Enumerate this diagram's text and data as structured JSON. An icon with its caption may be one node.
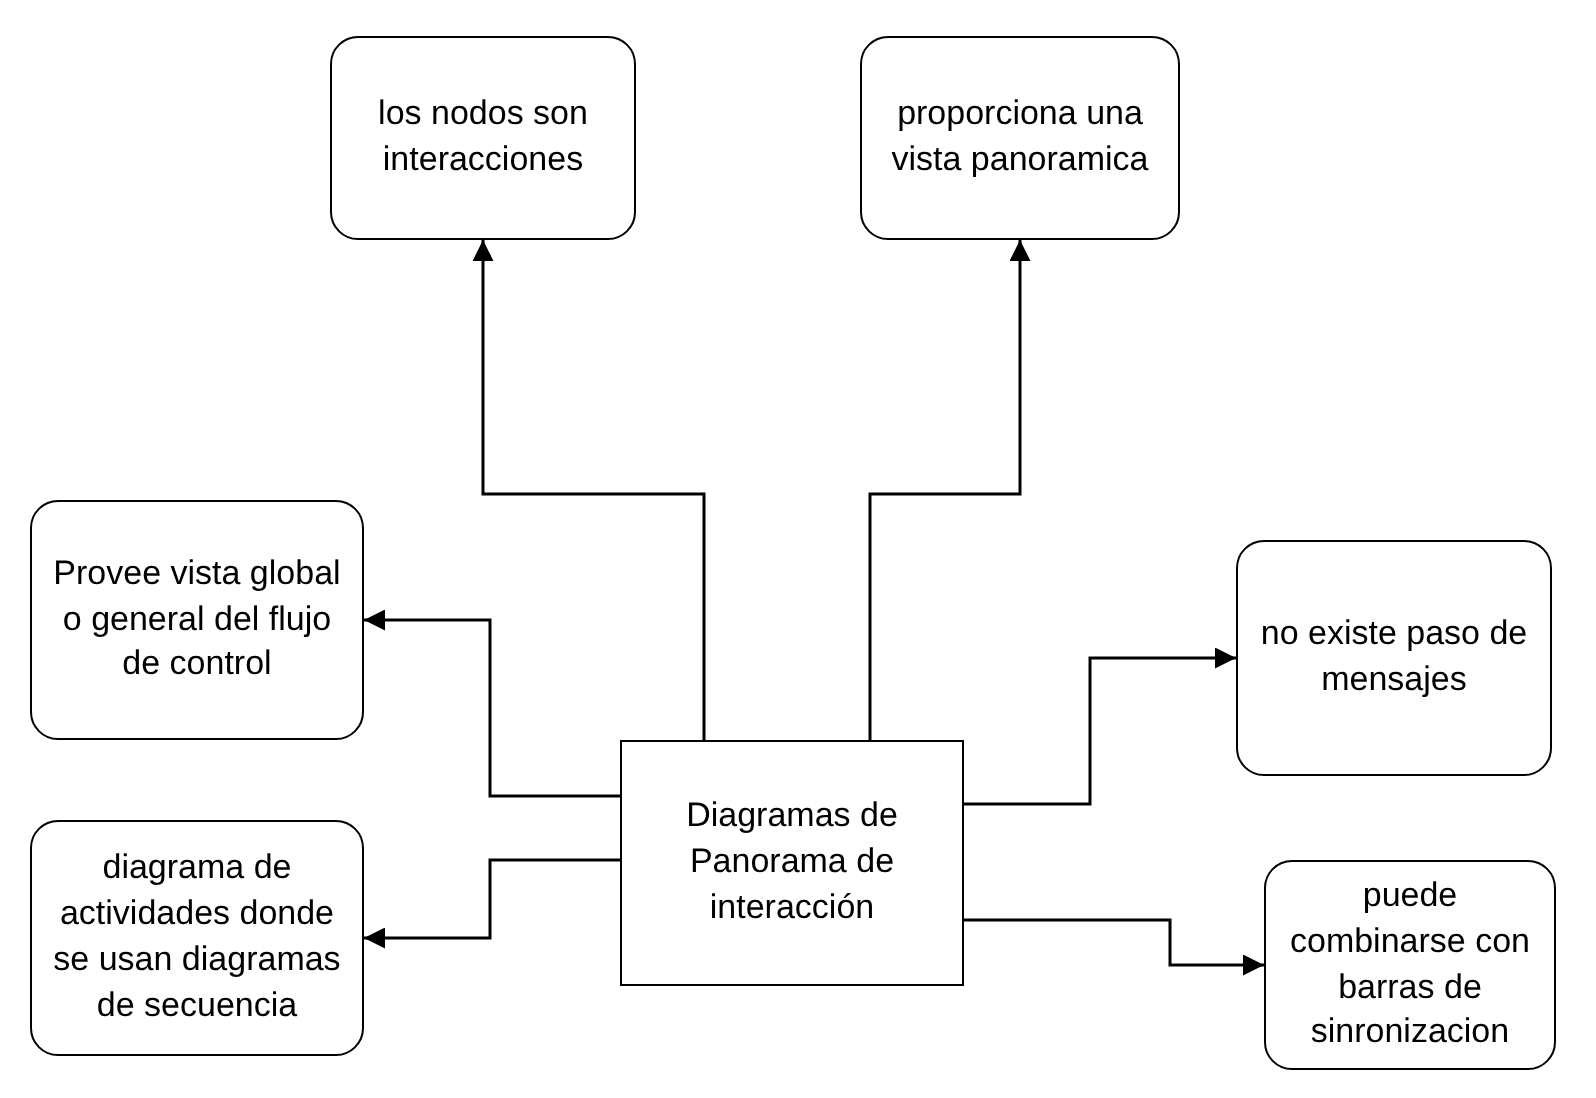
{
  "diagram": {
    "nodes": [
      {
        "text": [
          "Diagramas de Panorama de interacción"
        ]
      },
      {
        "text": [
          "los nodos son interacciones"
        ]
      },
      {
        "text": [
          "proporciona una vista panoramica"
        ]
      },
      {
        "text": [
          "Provee vista global o general del flujo de control"
        ]
      },
      {
        "text": [
          "no existe paso de mensajes"
        ]
      },
      {
        "text": [
          "diagrama de actividades donde se usan diagramas de secuencia"
        ]
      },
      {
        "text": [
          "puede combinarse con barras de sinronizacion"
        ]
      }
    ],
    "edges": [
      {
        "from": 0,
        "to": 1,
        "arrow": "to"
      },
      {
        "from": 0,
        "to": 2,
        "arrow": "to"
      },
      {
        "from": 0,
        "to": 3,
        "arrow": "to"
      },
      {
        "from": 0,
        "to": 4,
        "arrow": "to"
      },
      {
        "from": 0,
        "to": 5,
        "arrow": "to"
      },
      {
        "from": 0,
        "to": 6,
        "arrow": "to"
      }
    ]
  }
}
